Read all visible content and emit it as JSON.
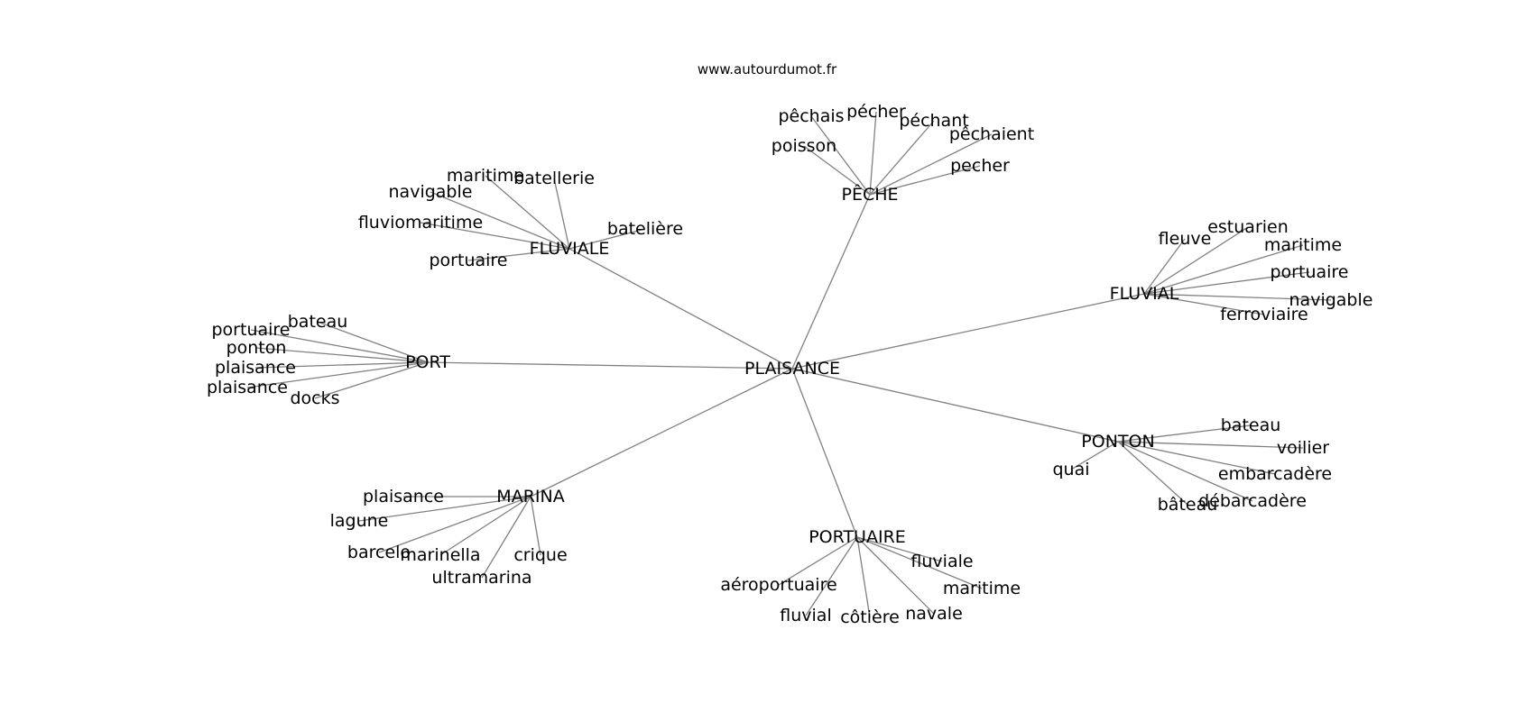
{
  "source_text": "www.autourdumot.fr",
  "center": "PLAISANCE",
  "hubs": [
    {
      "label": "PÊCHE",
      "words": [
        "pêchais",
        "pécher",
        "péchant",
        "pêchaient",
        "poisson",
        "pecher"
      ]
    },
    {
      "label": "FLUVIALE",
      "words": [
        "maritime",
        "batellerie",
        "navigable",
        "fluviomaritime",
        "batelière",
        "portuaire"
      ]
    },
    {
      "label": "FLUVIAL",
      "words": [
        "fleuve",
        "estuarien",
        "maritime",
        "portuaire",
        "navigable",
        "ferroviaire"
      ]
    },
    {
      "label": "PORT",
      "words": [
        "bateau",
        "portuaire",
        "ponton",
        "plaisance",
        "plaisance",
        "docks"
      ]
    },
    {
      "label": "PONTON",
      "words": [
        "bateau",
        "voilier",
        "embarcadère",
        "bâteau",
        "débarcadère",
        "quai"
      ]
    },
    {
      "label": "MARINA",
      "words": [
        "plaisance",
        "lagune",
        "barcelo",
        "marinella",
        "crique",
        "ultramarina"
      ]
    },
    {
      "label": "PORTUAIRE",
      "words": [
        "fluviale",
        "aéroportuaire",
        "maritime",
        "fluvial",
        "côtière",
        "navale"
      ]
    }
  ]
}
